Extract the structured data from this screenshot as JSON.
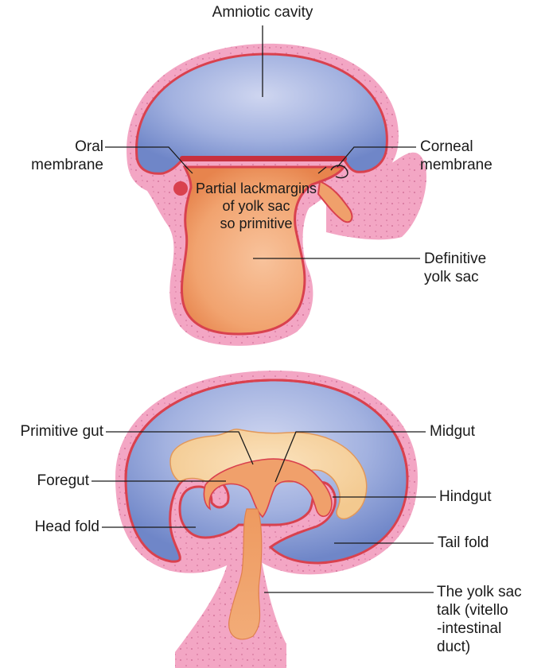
{
  "colors": {
    "skin": "#f3a6c4",
    "skin_dot": "#d9749e",
    "amnion_edge": "#d9414e",
    "amnion": "#8ea2d6",
    "amnion_light": "#c7d0ee",
    "yolk": "#f0a06b",
    "yolk_light": "#f7c39b",
    "yolk_edge": "#d9414e",
    "gut_cream": "#f7cf9a",
    "leader": "#1a1a1a"
  },
  "top_diagram": {
    "amniotic_cavity": "Amniotic cavity",
    "oral_membrane": "Oral\nmembrane",
    "corneal_membrane": "Corneal\nmembrane",
    "partial_lack": "Partial lackmargins\nof yolk sac\nso primitive",
    "definitive_yolk_sac": "Definitive\nyolk sac"
  },
  "bottom_diagram": {
    "primitive_gut": "Primitive gut",
    "midgut": "Midgut",
    "foregut": "Foregut",
    "hindgut": "Hindgut",
    "head_fold": "Head fold",
    "tail_fold": "Tail fold",
    "yolk_stalk": "The yolk sac\ntalk (vitello\n-intestinal\nduct)"
  }
}
